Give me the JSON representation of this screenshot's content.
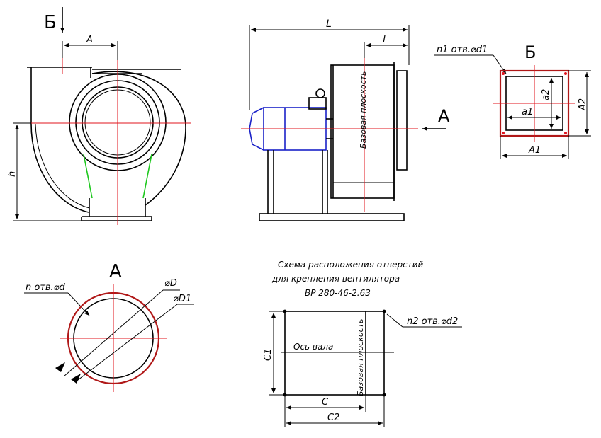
{
  "labels": {
    "view_b_top": "Б",
    "dim_A_top": "A",
    "dim_h": "h",
    "dim_L": "L",
    "dim_l": "l",
    "base_plane_side": "Базовая плоскость",
    "arrow_A": "A",
    "view_b_title": "Б",
    "holes_n1": "n1 отв.⌀d1",
    "dim_a1": "a1",
    "dim_a2": "a2",
    "dim_A1": "A1",
    "dim_A2": "A2",
    "view_a_title": "A",
    "holes_n": "n отв.⌀d",
    "dim_D": "⌀D",
    "dim_D1": "⌀D1",
    "scheme_line1": "Схема расположения отверстий",
    "scheme_line2": "для крепления вентилятора",
    "scheme_line3": "ВР 280-46-2.63",
    "holes_n2": "n2 отв.⌀d2",
    "shaft_axis": "Ось вала",
    "base_plane_scheme": "Базовая плоскость",
    "dim_C1": "C1",
    "dim_C": "C",
    "dim_C2": "C2"
  },
  "colors": {
    "centerline": "#e0141e",
    "motor": "#1a22c8",
    "transition": "#1ec81e",
    "flange": "#b01818"
  }
}
